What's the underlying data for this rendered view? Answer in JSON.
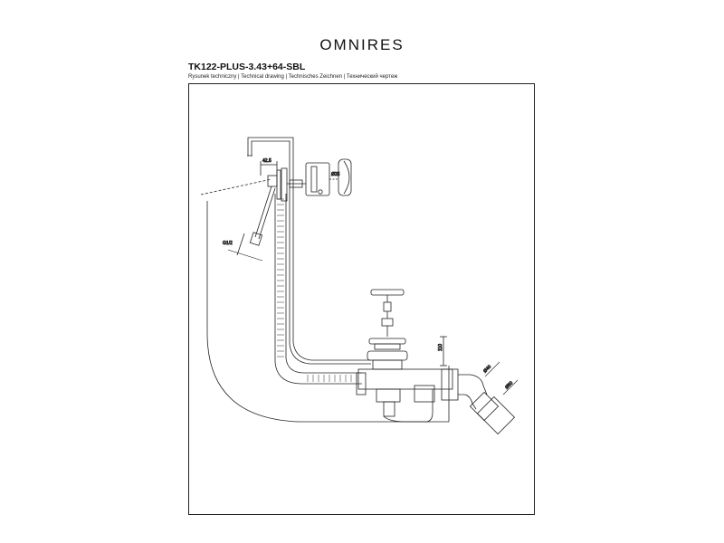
{
  "header": {
    "brand": "OMNIRES",
    "model_code": "TK122-PLUS-3.43+64-SBL",
    "caption": "Rysunek techniczny | Technical drawing | Technisches Zeichnen | Технический чертеж"
  },
  "dimensions": {
    "d1": "42.5",
    "d2": "G1/2",
    "d3": "110",
    "d4": "Ø40",
    "d5": "Ø50",
    "d6": "Ø25"
  }
}
